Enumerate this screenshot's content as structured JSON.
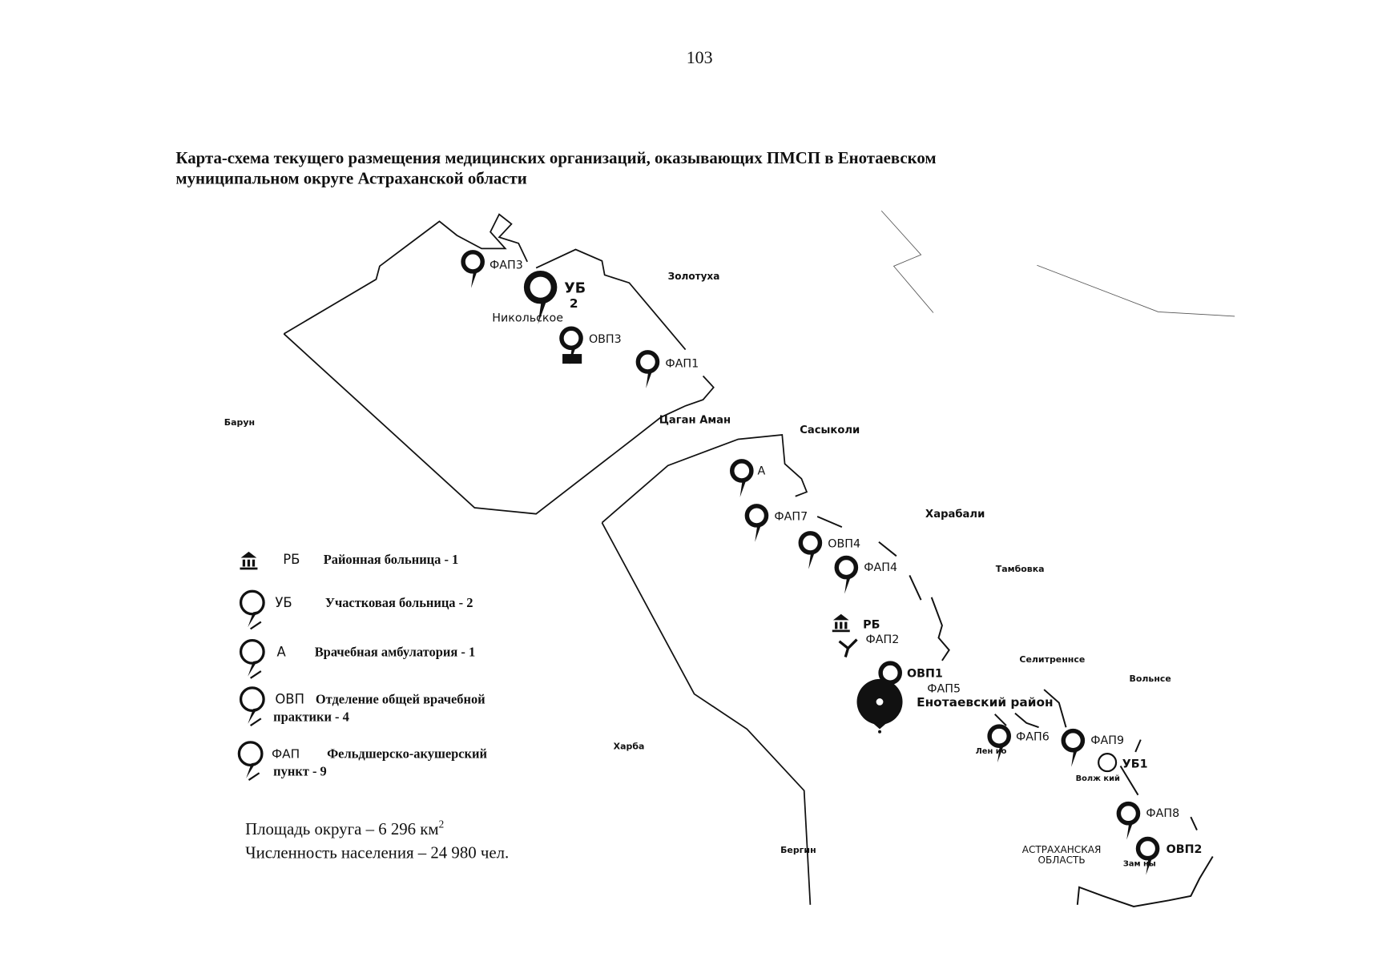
{
  "page_number": "103",
  "title": {
    "line1": "Карта-схема текущего размещения медицинских организаций, оказывающих ПМСП в Енотаевском",
    "line2": "муниципальном округе Астраханской области"
  },
  "map": {
    "places": {
      "zolotukha": "Золотуха",
      "nikolskoe": "Никольское",
      "barun": "Барун",
      "tsagan_aman": "Цаган Аман",
      "sasykoli": "Сасыколи",
      "kharabali": "Харабали",
      "tambovka": "Тамбовка",
      "selitrennoe": "Селитреннсе",
      "volnoe": "Вольнсе",
      "kharba": "Харба",
      "bergin": "Бергин",
      "district": "Енотаевский район",
      "region_line1": "АСТРАХАНСКАЯ",
      "region_line2": "ОБЛАСТЬ",
      "lenino": "Лен ио",
      "volzhsky": "Волж кий",
      "zamyany": "Зам  ны"
    },
    "facilities": {
      "fap3": "ФАП3",
      "ub2_a": "УБ",
      "ub2_b": "2",
      "ovp3": "ОВП3",
      "fap1": "ФАП1",
      "amb": "А",
      "fap7": "ФАП7",
      "ovp4": "ОВП4",
      "fap4": "ФАП4",
      "rb": "РБ",
      "fap2": "ФАП2",
      "ovp1": "ОВП1",
      "fap5": "ФАП5",
      "fap6": "ФАП6",
      "fap9": "ФАП9",
      "ub1": "УБ1",
      "fap8": "ФАП8",
      "ovp2": "ОВП2"
    }
  },
  "legend": [
    {
      "icon": "hospital-building-icon",
      "code": "РБ",
      "text": "Районная больница - 1"
    },
    {
      "icon": "map-pin-icon",
      "code": "УБ",
      "text": "Участковая больница - 2"
    },
    {
      "icon": "map-pin-icon",
      "code": "А",
      "text": "Врачебная амбулатория - 1"
    },
    {
      "icon": "map-pin-icon",
      "code": "ОВП",
      "text": "Отделение общей врачебной",
      "text2": "практики - 4"
    },
    {
      "icon": "map-pin-icon",
      "code": "ФАП",
      "text": "Фельдшерско-акушерский",
      "text2": "пункт - 9"
    }
  ],
  "stats": {
    "area": "Площадь округа – 6 296 км",
    "area_sup": "2",
    "population": "Численность населения – 24 980 чел."
  }
}
